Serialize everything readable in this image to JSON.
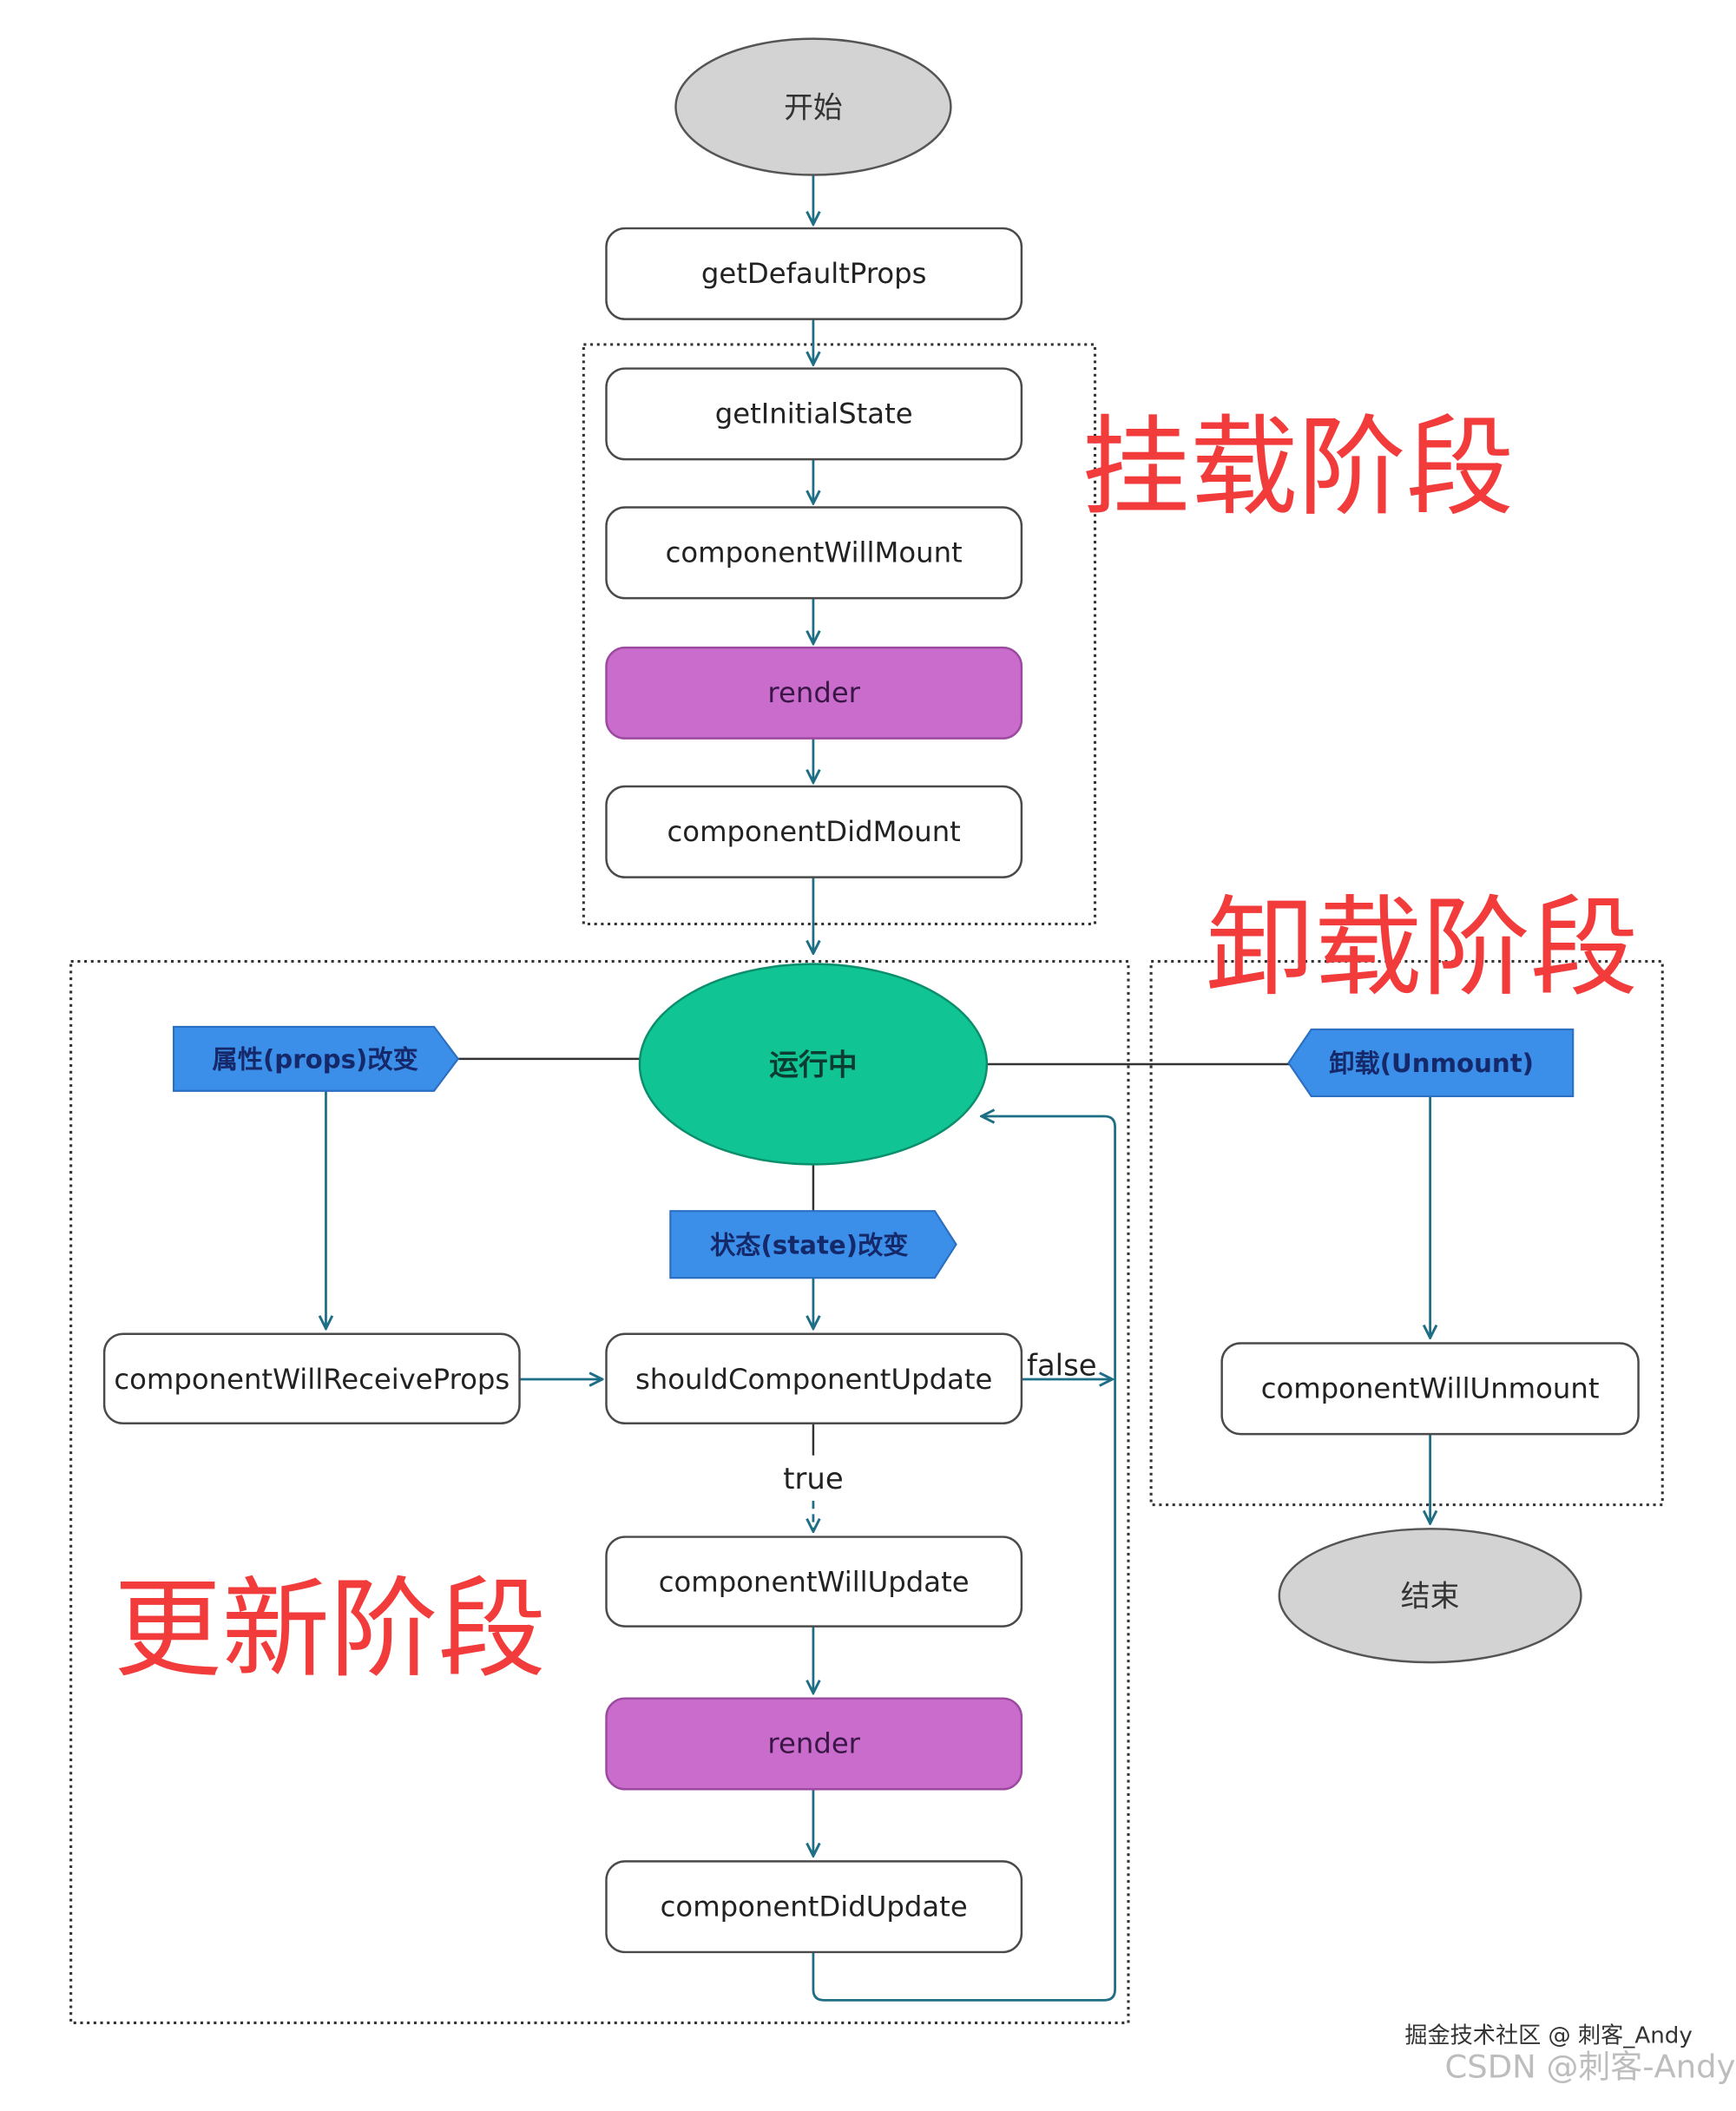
{
  "diagram": {
    "start": "开始",
    "end": "结束",
    "running": "运行中"
  },
  "phases": {
    "mount": "挂载阶段",
    "unmount": "卸载阶段",
    "update": "更新阶段"
  },
  "mount_nodes": {
    "get_default_props": "getDefaultProps",
    "get_initial_state": "getInitialState",
    "component_will_mount": "componentWillMount",
    "render": "render",
    "component_did_mount": "componentDidMount"
  },
  "update_nodes": {
    "component_will_receive_props": "componentWillReceiveProps",
    "should_component_update": "shouldComponentUpdate",
    "component_will_update": "componentWillUpdate",
    "render": "render",
    "component_did_update": "componentDidUpdate"
  },
  "unmount_nodes": {
    "component_will_unmount": "componentWillUnmount"
  },
  "triggers": {
    "props_change": "属性(props)改变",
    "state_change": "状态(state)改变",
    "unmount": "卸载(Unmount)"
  },
  "edge_labels": {
    "should_update_false": "false",
    "should_update_true": "true"
  },
  "watermarks": {
    "juejin": "掘金技术社区 @ 刺客_Andy",
    "csdn": "CSDN @刺客-Andy"
  },
  "colors": {
    "terminal_fill": "#d3d3d3",
    "running_fill": "#10c493",
    "render_fill": "#c96ccb",
    "trigger_fill": "#3c8fe8",
    "phase_label": "#f23b3b",
    "connector": "#1e6e86"
  }
}
